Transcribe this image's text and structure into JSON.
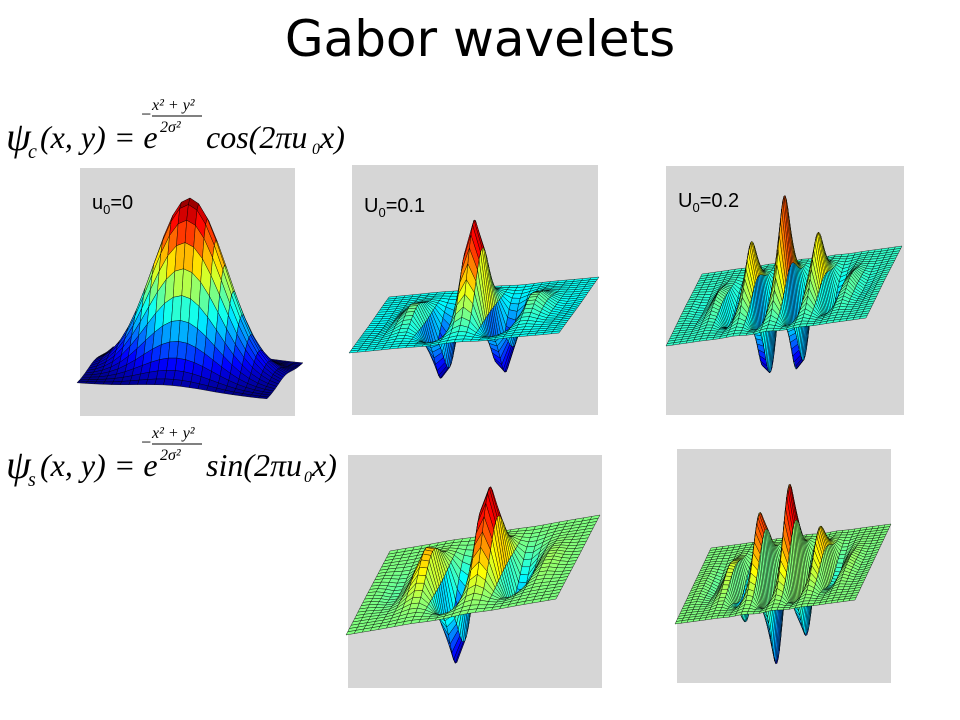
{
  "title": "Gabor wavelets",
  "formula_cos": {
    "lhs": "ψ",
    "lhs_sub": "c",
    "args": "(x, y) = e",
    "exponent": "− (x² + y²) / (2σ²)",
    "rhs": "cos(2πu₀x)"
  },
  "formula_sin": {
    "lhs": "ψ",
    "lhs_sub": "s",
    "args": "(x, y) = e",
    "exponent": "− (x² + y²) / (2σ²)",
    "rhs": "sin(2πu₀x)"
  },
  "panels": [
    {
      "label_main": "u",
      "label_sub": "0",
      "label_rest": "=0",
      "colormap": "jet"
    },
    {
      "label_main": "U",
      "label_sub": "0",
      "label_rest": "=0.1",
      "colormap": "jet"
    },
    {
      "label_main": "U",
      "label_sub": "0",
      "label_rest": "=0.2",
      "colormap": "jet"
    }
  ],
  "colors": {
    "panel_bg": "#d6d6d6",
    "surface_low": "#1a3cff",
    "surface_mid": "#7fffa0",
    "surface_high": "#cc1a00"
  }
}
